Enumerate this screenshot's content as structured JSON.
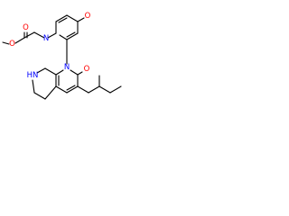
{
  "molecule": {
    "atoms": [
      {
        "id": "o-ester-carbonyl",
        "symbol": "O",
        "color": "#ff0000"
      },
      {
        "id": "o-ester-ether",
        "symbol": "O",
        "color": "#ff0000"
      },
      {
        "id": "n-pyridone",
        "symbol": "N",
        "color": "#0000ff"
      },
      {
        "id": "o-pyridone",
        "symbol": "O",
        "color": "#ff0000"
      },
      {
        "id": "n-naphthyridinone",
        "symbol": "N",
        "color": "#0000ff"
      },
      {
        "id": "o-naphthyridinone",
        "symbol": "O",
        "color": "#ff0000"
      },
      {
        "id": "nh-piperidine",
        "symbol": "HN",
        "color": "#0000ff"
      }
    ]
  }
}
